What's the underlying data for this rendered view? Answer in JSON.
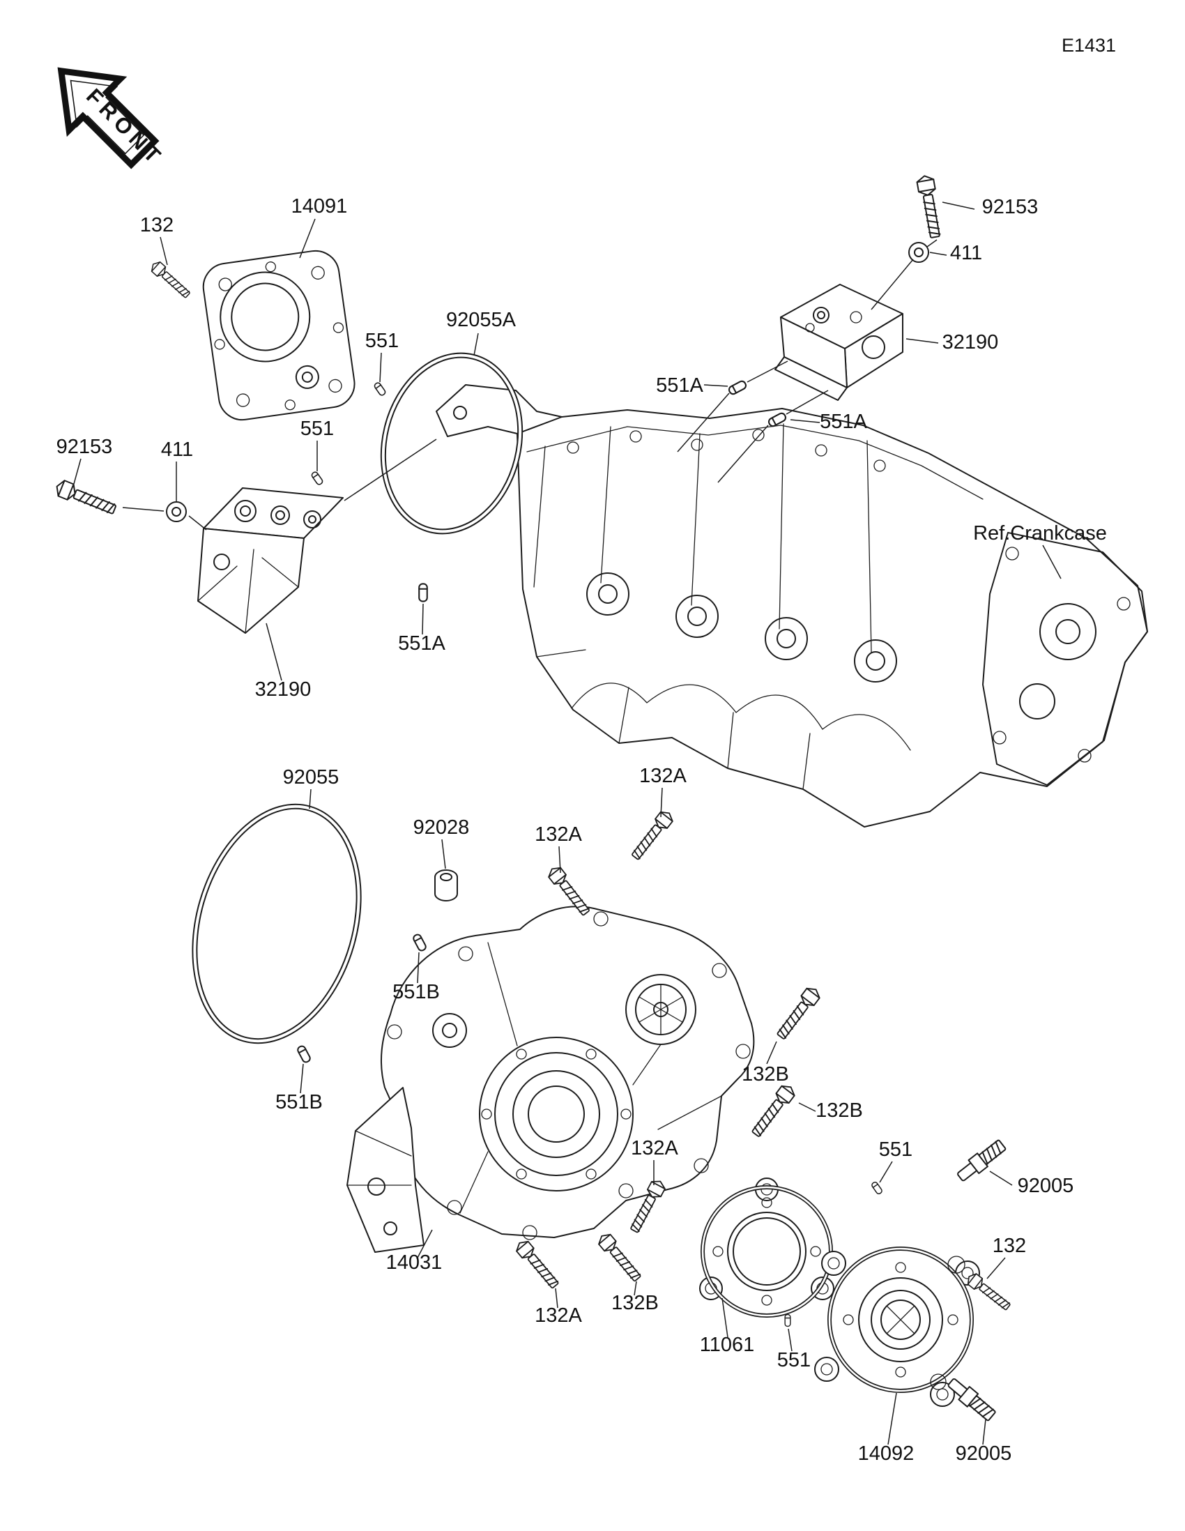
{
  "diagram": {
    "code": "E1431",
    "front_arrow_label": "FRONT",
    "crankcase_ref_label": "Ref.Crankcase"
  },
  "callouts": [
    {
      "part": "132"
    },
    {
      "part": "14091"
    },
    {
      "part": "92055A"
    },
    {
      "part": "551"
    },
    {
      "part": "551A"
    },
    {
      "part": "92153"
    },
    {
      "part": "411"
    },
    {
      "part": "32190"
    },
    {
      "part": "551A"
    },
    {
      "part": "92153"
    },
    {
      "part": "411"
    },
    {
      "part": "551"
    },
    {
      "part": "551A"
    },
    {
      "part": "32190"
    },
    {
      "part": "92055"
    },
    {
      "part": "132A"
    },
    {
      "part": "92028"
    },
    {
      "part": "132A"
    },
    {
      "part": "551B"
    },
    {
      "part": "132B"
    },
    {
      "part": "132B"
    },
    {
      "part": "551B"
    },
    {
      "part": "132A"
    },
    {
      "part": "551"
    },
    {
      "part": "92005"
    },
    {
      "part": "132"
    },
    {
      "part": "14031"
    },
    {
      "part": "132A"
    },
    {
      "part": "132B"
    },
    {
      "part": "11061"
    },
    {
      "part": "551"
    },
    {
      "part": "14092"
    },
    {
      "part": "92005"
    }
  ]
}
